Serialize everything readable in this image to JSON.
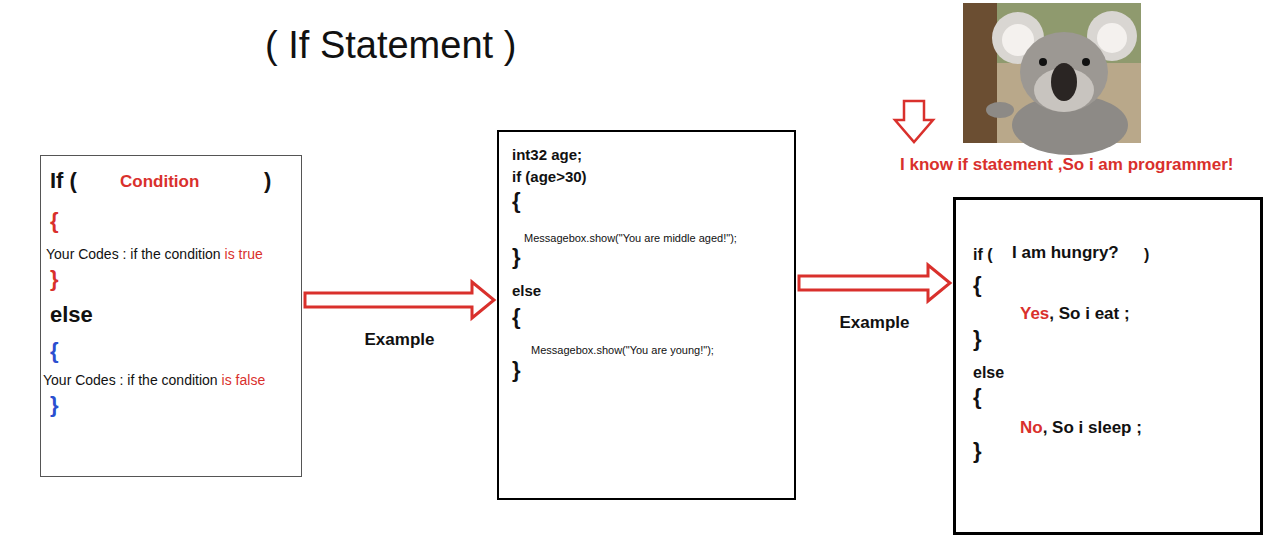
{
  "diagram": {
    "title": "( If Statement )",
    "nodes": [
      {
        "text": [
          "If (",
          "Condition",
          ")",
          "{",
          "Your Codes : if the condition",
          "is true",
          "}",
          "else",
          "{",
          "Your Codes : if the condition",
          "is false",
          "}"
        ]
      },
      {
        "text": [
          "int32 age;",
          "if (age>30)",
          "{",
          "Messagebox.show(\"You are middle aged!\");",
          "}",
          "else",
          "{",
          "Messagebox.show(\"You are young!\");",
          "}"
        ]
      },
      {
        "text": [
          "if (",
          "I am hungry?",
          ")",
          "{",
          "Yes",
          ", So i eat ;",
          "}",
          "else",
          "{",
          "No",
          ", So i sleep ;",
          "}"
        ]
      }
    ],
    "edges": [
      {
        "from": 0,
        "to": 1,
        "arrow": "to",
        "label": "Example"
      },
      {
        "from": 1,
        "to": 2,
        "arrow": "to",
        "label": "Example"
      }
    ],
    "labels": [
      "I know if statement ,So i am programmer!"
    ]
  }
}
